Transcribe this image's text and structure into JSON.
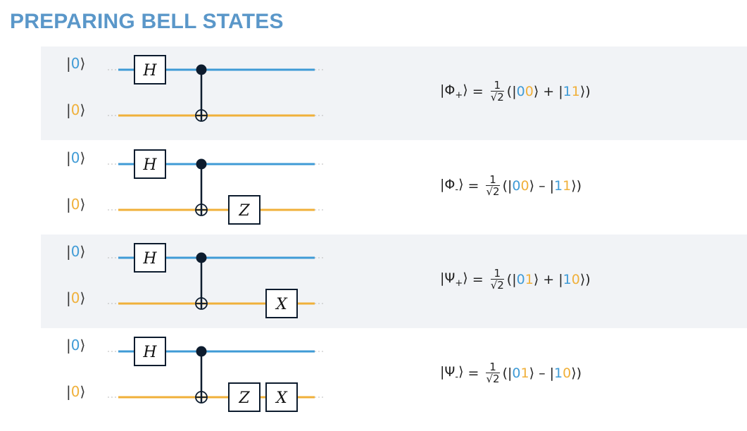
{
  "title": "PREPARING BELL STATES",
  "colors": {
    "title": "#5a97c9",
    "qubit0": "#3f9bd6",
    "qubit1": "#f0b03a",
    "dark": "#0d1c2e"
  },
  "rows": [
    {
      "shaded": true,
      "q0_ket": "|0⟩",
      "q1_ket": "|0⟩",
      "gates_q0": [
        "H"
      ],
      "gates_q1": [],
      "state_symbol": "Φ",
      "state_sign": "+",
      "frac_num": "1",
      "frac_den": "√2",
      "term1": "00",
      "op": "+",
      "term2": "11",
      "term1_colors": [
        "qubit0",
        "qubit1"
      ],
      "term2_colors": [
        "qubit0",
        "qubit1"
      ]
    },
    {
      "shaded": false,
      "q0_ket": "|0⟩",
      "q1_ket": "|0⟩",
      "gates_q0": [
        "H"
      ],
      "gates_q1": [
        "Z"
      ],
      "state_symbol": "Φ",
      "state_sign": "-",
      "frac_num": "1",
      "frac_den": "√2",
      "term1": "00",
      "op": "–",
      "term2": "11",
      "term1_colors": [
        "qubit0",
        "qubit1"
      ],
      "term2_colors": [
        "qubit0",
        "qubit1"
      ]
    },
    {
      "shaded": true,
      "q0_ket": "|0⟩",
      "q1_ket": "|0⟩",
      "gates_q0": [
        "H"
      ],
      "gates_q1": [
        "X"
      ],
      "state_symbol": "Ψ",
      "state_sign": "+",
      "frac_num": "1",
      "frac_den": "√2",
      "term1": "01",
      "op": "+",
      "term2": "10",
      "term1_colors": [
        "qubit0",
        "qubit1"
      ],
      "term2_colors": [
        "qubit0",
        "qubit1"
      ]
    },
    {
      "shaded": false,
      "q0_ket": "|0⟩",
      "q1_ket": "|0⟩",
      "gates_q0": [
        "H"
      ],
      "gates_q1": [
        "Z",
        "X"
      ],
      "state_symbol": "Ψ",
      "state_sign": "-",
      "frac_num": "1",
      "frac_den": "√2",
      "term1": "01",
      "op": "–",
      "term2": "10",
      "term1_colors": [
        "qubit0",
        "qubit1"
      ],
      "term2_colors": [
        "qubit0",
        "qubit1"
      ]
    }
  ]
}
